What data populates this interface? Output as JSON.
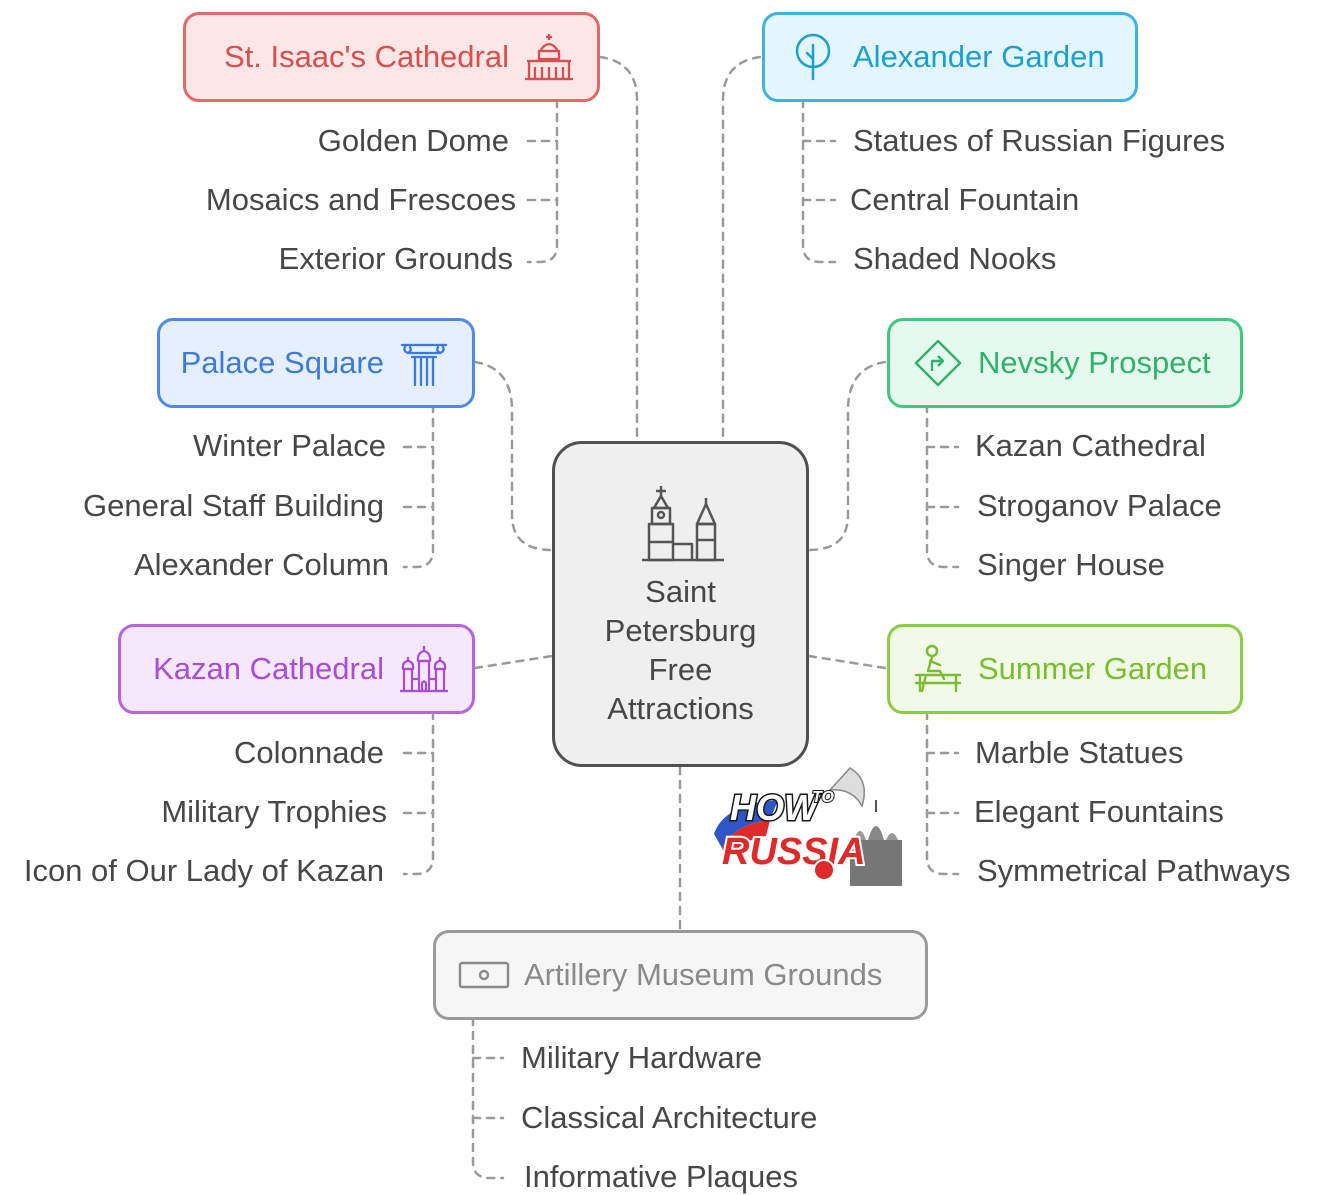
{
  "center": {
    "title_lines": [
      "Saint",
      "Petersburg",
      "Free",
      "Attractions"
    ],
    "icon": "kremlin-icon"
  },
  "branches": [
    {
      "title": "St. Isaac's Cathedral",
      "icon": "cathedral-icon",
      "side": "left",
      "border_color": "#e46a6a",
      "fill_color": "#fde6e6",
      "text_color": "#d94f4f",
      "items": [
        "Golden Dome",
        "Mosaics and Frescoes",
        "Exterior Grounds"
      ]
    },
    {
      "title": "Alexander Garden",
      "icon": "tree-icon",
      "side": "right",
      "border_color": "#3bb4e3",
      "fill_color": "#e3f6fd",
      "text_color": "#1e9fd2",
      "items": [
        "Statues of Russian Figures",
        "Central Fountain",
        "Shaded Nooks"
      ]
    },
    {
      "title": "Palace Square",
      "icon": "column-icon",
      "side": "left",
      "border_color": "#4f8be6",
      "fill_color": "#e6effd",
      "text_color": "#3c7bdc",
      "items": [
        "Winter Palace",
        "General Staff Building",
        "Alexander Column"
      ]
    },
    {
      "title": "Nevsky Prospect",
      "icon": "road-sign-icon",
      "side": "right",
      "border_color": "#3fc97c",
      "fill_color": "#e6f9ee",
      "text_color": "#2fb36a",
      "items": [
        "Kazan Cathedral",
        "Stroganov Palace",
        "Singer House"
      ]
    },
    {
      "title": "Kazan Cathedral",
      "icon": "domes-icon",
      "side": "left",
      "border_color": "#b664e0",
      "fill_color": "#f5e7fc",
      "text_color": "#a94dd8",
      "items": [
        "Colonnade",
        "Military Trophies",
        "Icon of Our Lady of Kazan"
      ]
    },
    {
      "title": "Summer Garden",
      "icon": "bench-person-icon",
      "side": "right",
      "border_color": "#8ccd46",
      "fill_color": "#f1fae6",
      "text_color": "#7bbd31",
      "items": [
        "Marble Statues",
        "Elegant Fountains",
        "Symmetrical Pathways"
      ]
    },
    {
      "title": "Artillery Museum Grounds",
      "icon": "cannon-icon",
      "side": "bottom",
      "border_color": "#9a9a9a",
      "fill_color": "#f6f6f6",
      "text_color": "#8a8a8a",
      "items": [
        "Military Hardware",
        "Classical Architecture",
        "Informative Plaques"
      ]
    }
  ],
  "logo": {
    "line1": "HOW",
    "line1_small": "TO",
    "line2": "RUSSIA",
    "icon": "how-to-russia-logo"
  }
}
